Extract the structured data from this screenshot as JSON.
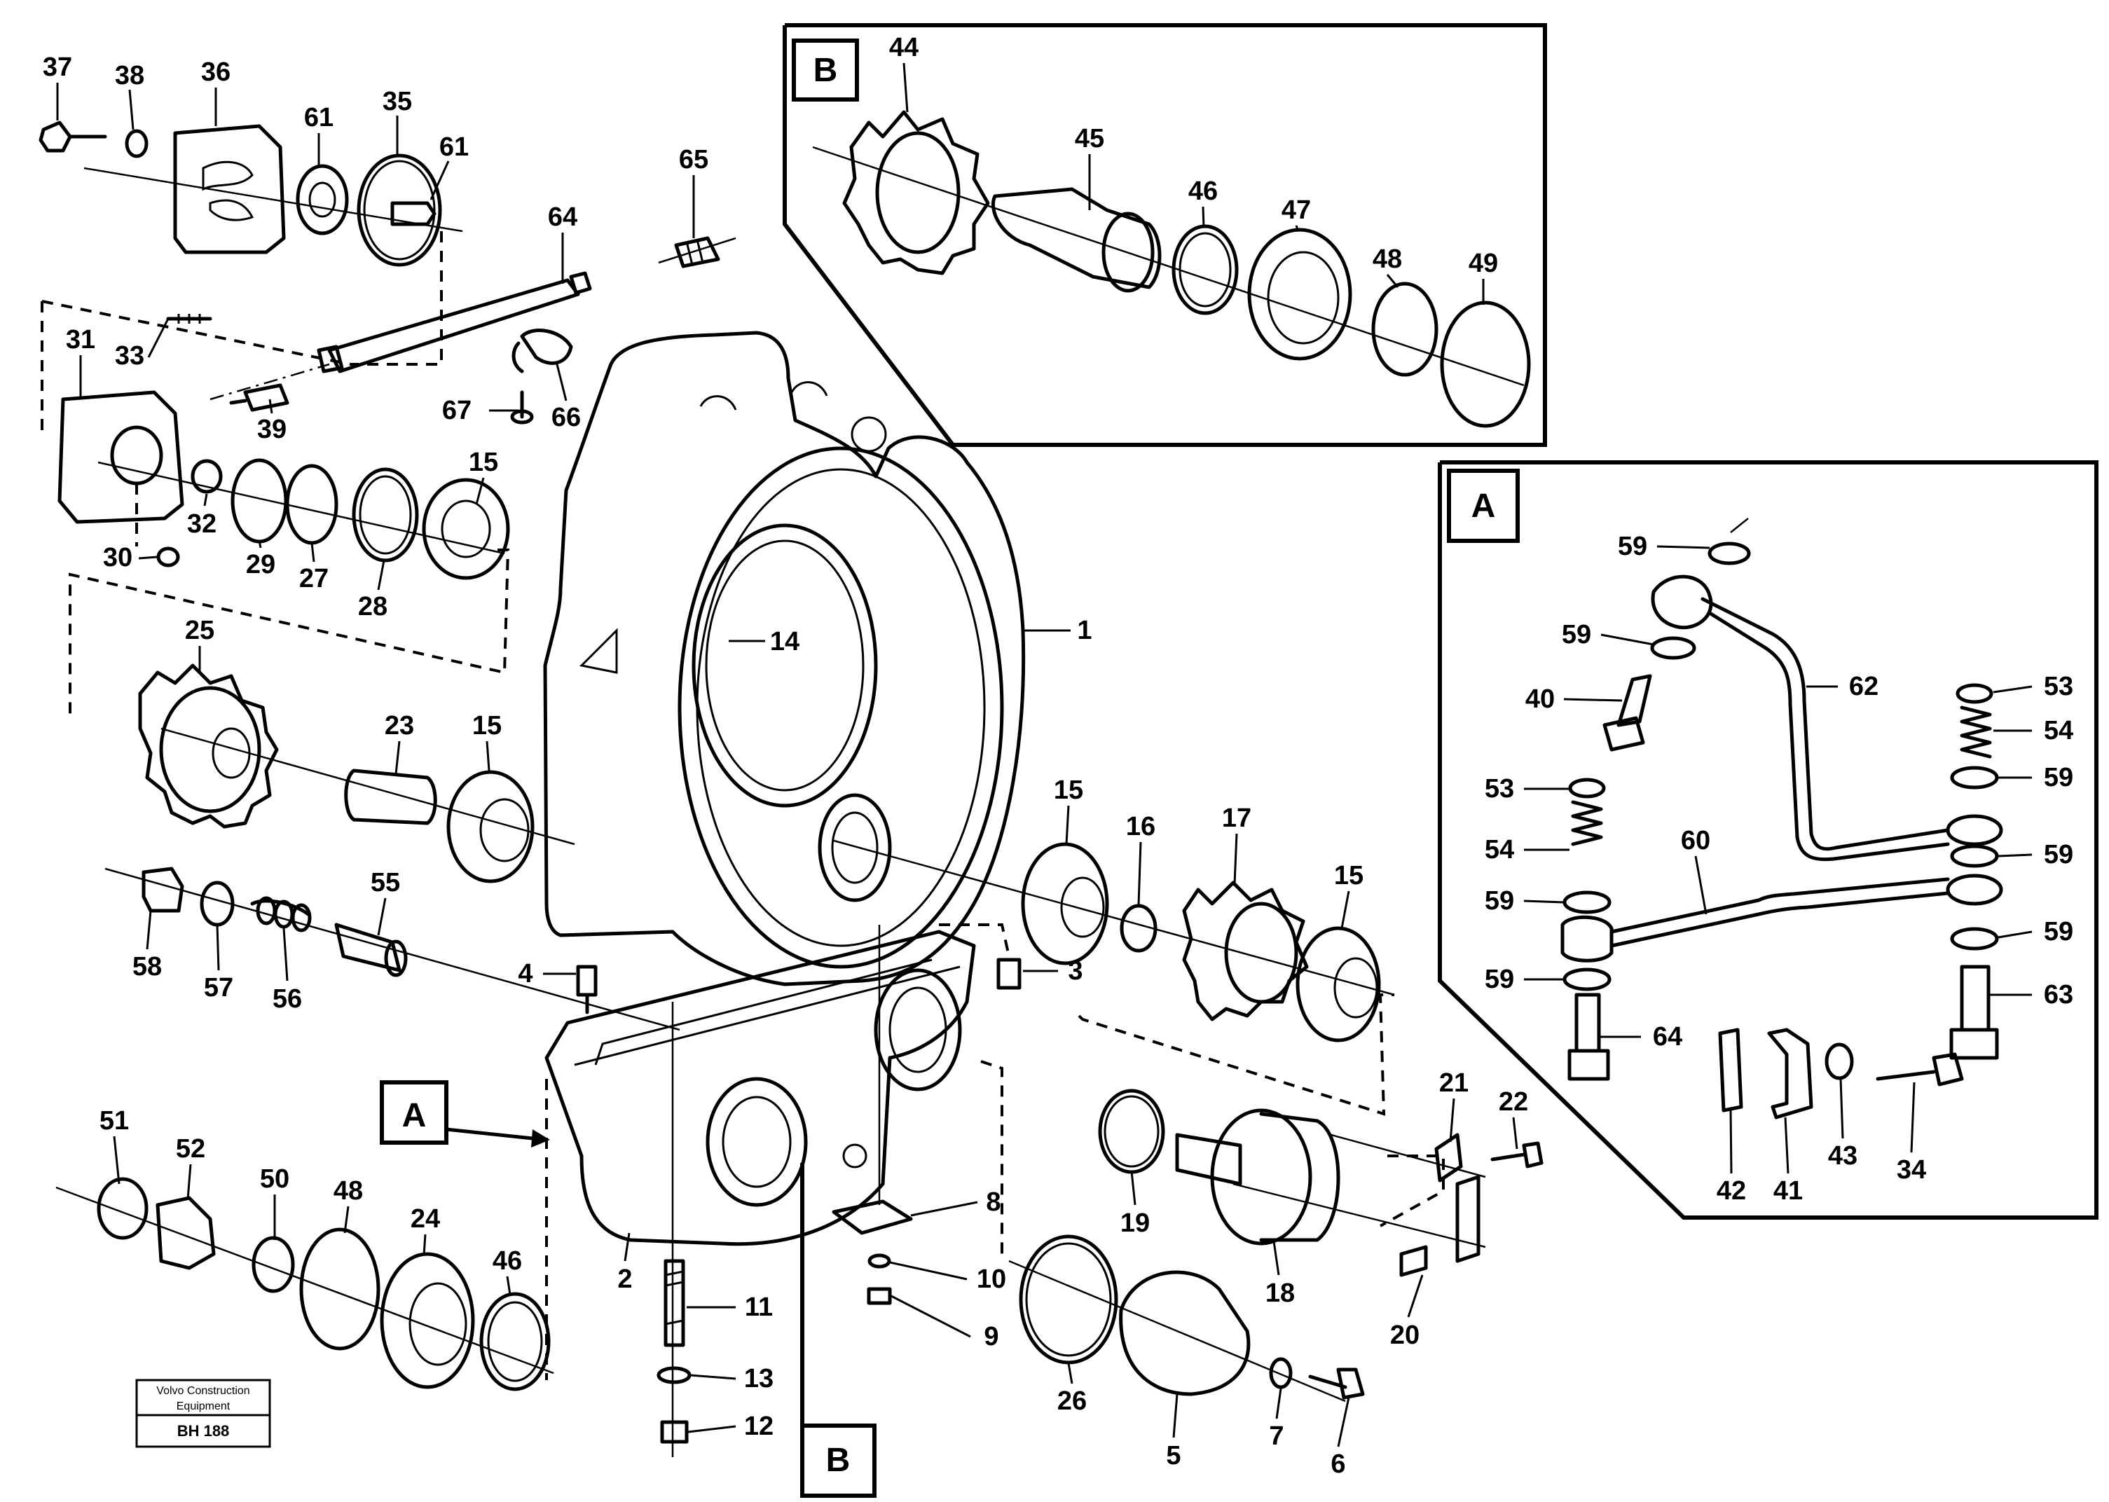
{
  "diagram": {
    "callout_tags": {
      "a": "A",
      "b": "B"
    },
    "stamp": {
      "line1": "Volvo Construction",
      "line2": "Equipment",
      "code": "BH 188"
    },
    "labels": {
      "p1": "1",
      "p2": "2",
      "p3": "3",
      "p4": "4",
      "p5": "5",
      "p6": "6",
      "p7": "7",
      "p8": "8",
      "p9": "9",
      "p10": "10",
      "p11": "11",
      "p12": "12",
      "p13": "13",
      "p14": "14",
      "p15a": "15",
      "p15b": "15",
      "p15c": "15",
      "p15d": "15",
      "p16": "16",
      "p17": "17",
      "p18": "18",
      "p19": "19",
      "p20": "20",
      "p21": "21",
      "p22": "22",
      "p23": "23",
      "p24": "24",
      "p25": "25",
      "p26": "26",
      "p27": "27",
      "p28": "28",
      "p29": "29",
      "p30": "30",
      "p31": "31",
      "p32": "32",
      "p33": "33",
      "p34": "34",
      "p35": "35",
      "p36": "36",
      "p37": "37",
      "p38": "38",
      "p39": "39",
      "p40": "40",
      "p41": "41",
      "p42": "42",
      "p43": "43",
      "p44": "44",
      "p45": "45",
      "p46a": "46",
      "p46b": "46",
      "p47": "47",
      "p48a": "48",
      "p48b": "48",
      "p49": "49",
      "p50": "50",
      "p51": "51",
      "p52": "52",
      "p53a": "53",
      "p53b": "53",
      "p54a": "54",
      "p54b": "54",
      "p55": "55",
      "p56": "56",
      "p57": "57",
      "p58": "58",
      "p59a": "59",
      "p59b": "59",
      "p59c": "59",
      "p59d": "59",
      "p59e": "59",
      "p59f": "59",
      "p59g": "59",
      "p60": "60",
      "p61a": "61",
      "p61b": "61",
      "p62": "62",
      "p63": "63",
      "p64a": "64",
      "p64b": "64",
      "p65": "65",
      "p66": "66",
      "p67": "67"
    }
  }
}
